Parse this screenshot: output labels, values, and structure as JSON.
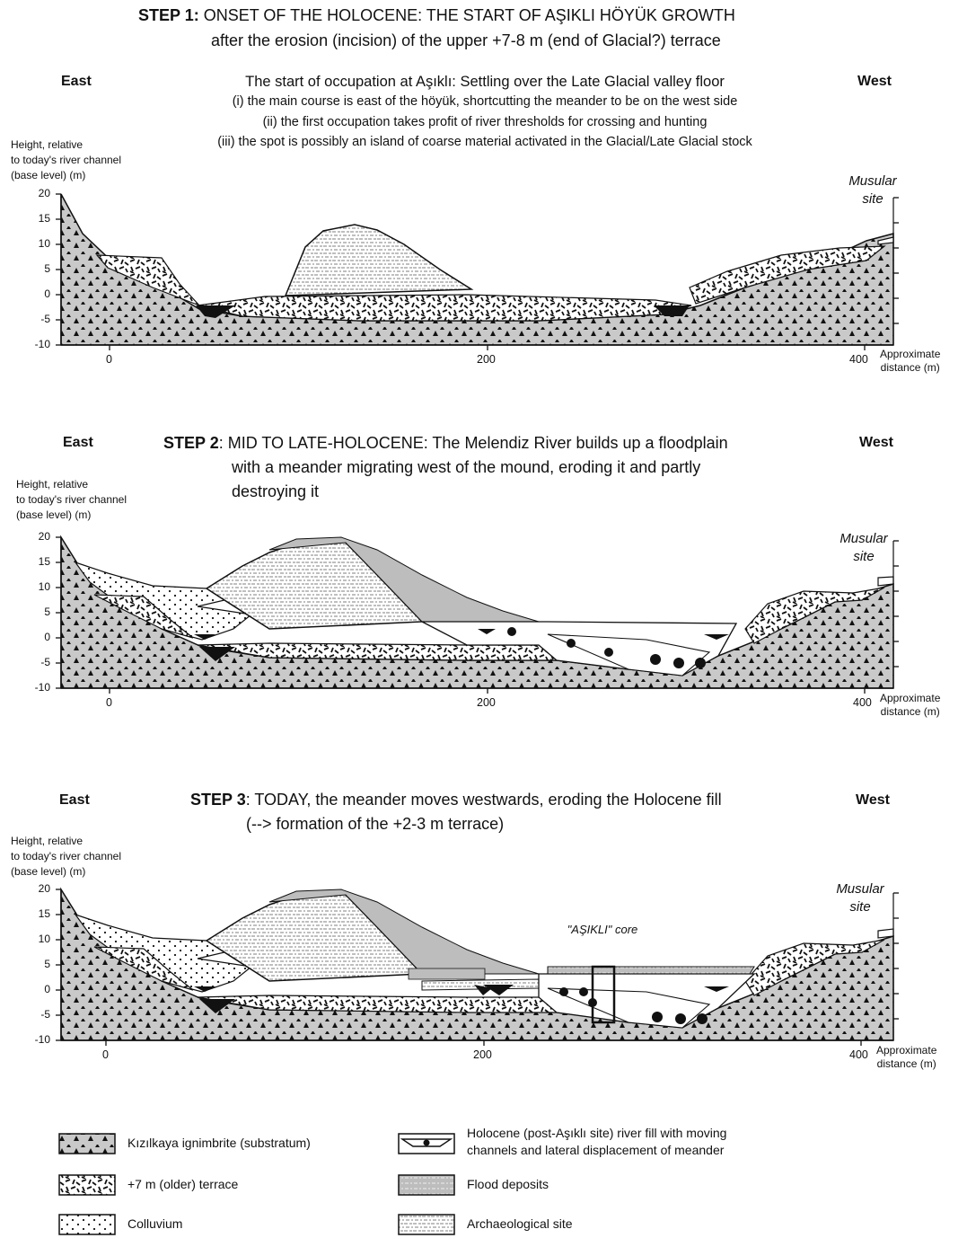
{
  "panels": [
    {
      "step_label": "STEP 1:",
      "title_line1": "ONSET OF THE HOLOCENE: THE START OF AŞIKLI HÖYÜK GROWTH",
      "title_line2": "after the erosion (incision) of the upper +7-8 m (end of Glacial?) terrace",
      "east": "East",
      "west": "West",
      "subtitle": "The start of occupation at Aşıklı: Settling over the Late Glacial valley floor",
      "notes": [
        "(i) the main course is east of the höyük, shortcutting the meander to be on the west side",
        "(ii) the first occupation takes profit of river thresholds for crossing and hunting",
        "(iii) the spot is possibly an island of coarse material activated in the Glacial/Late Glacial stock"
      ]
    },
    {
      "step_label": "STEP 2",
      "title_line1": ": MID TO LATE-HOLOCENE: The Melendiz River builds up a floodplain",
      "title_line2": "with a meander migrating west of the mound, eroding it and partly",
      "title_line3": "destroying it",
      "east": "East",
      "west": "West"
    },
    {
      "step_label": "STEP 3",
      "title_line1": ": TODAY, the meander moves westwards, eroding the Holocene fill",
      "title_line2": "(--> formation of the +2-3 m terrace)",
      "east": "East",
      "west": "West",
      "core_label": "\"AŞIKLI\" core"
    }
  ],
  "axis": {
    "ylabel_lines": [
      "Height, relative",
      "to today's river channel",
      "(base level) (m)"
    ],
    "yticks": [
      "20",
      "15",
      "10",
      "5",
      "0",
      "-5",
      "-10"
    ],
    "xticks": [
      "0",
      "200",
      "400"
    ],
    "xlabel_lines": [
      "Approximate",
      "distance (m)"
    ],
    "site_lines": [
      "Musular",
      "site"
    ]
  },
  "legend": [
    {
      "label": "Kızılkaya ignimbrite (substratum)",
      "pattern": "substratum"
    },
    {
      "label": "+7 m (older) terrace",
      "pattern": "terrace"
    },
    {
      "label": "Colluvium",
      "pattern": "colluvium"
    },
    {
      "label": "Holocene (post-Aşıklı site) river fill with moving channels and lateral displacement of meander",
      "pattern": "riverfill"
    },
    {
      "label": "Flood deposits",
      "pattern": "flood"
    },
    {
      "label": "Archaeological site",
      "pattern": "archsite"
    }
  ],
  "colors": {
    "substratum": "#c8c8c8",
    "flood": "#bdbdbd",
    "ink": "#111111"
  }
}
